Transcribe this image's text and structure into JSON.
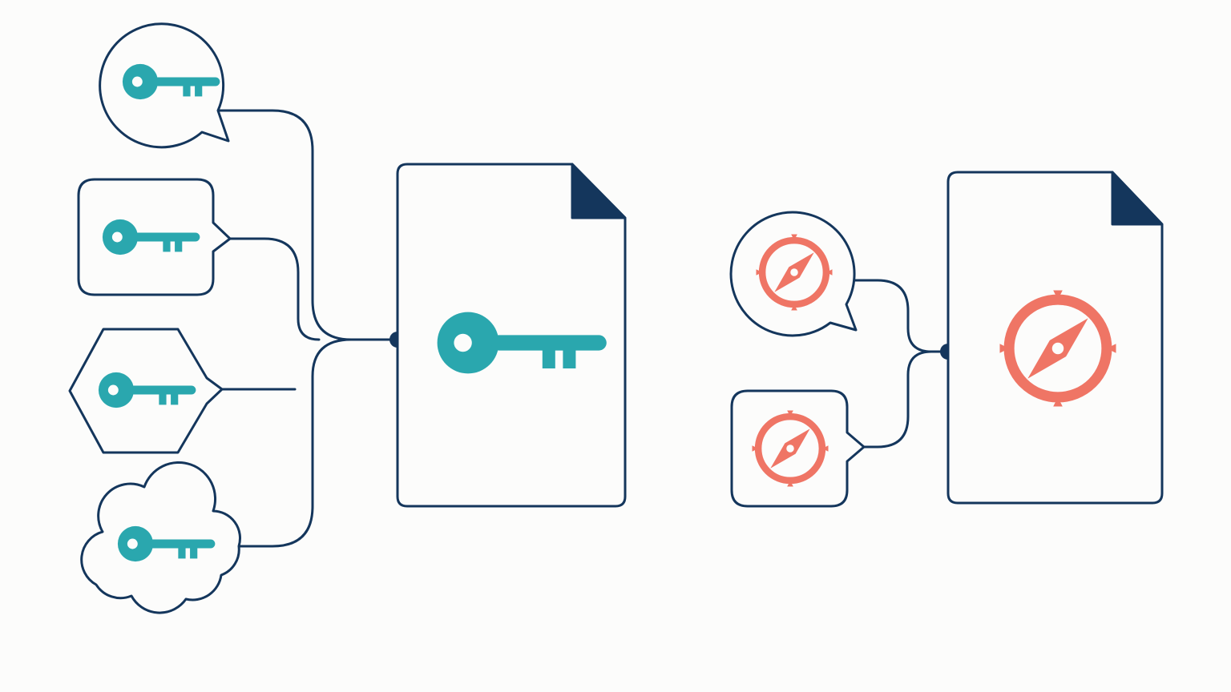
{
  "colors": {
    "background": "#fcfcfb",
    "outline": "#14365c",
    "key_accent": "#2aa7ae",
    "compass_accent": "#ef7565"
  },
  "groups": [
    {
      "id": "key-group",
      "icon": "key-icon",
      "sources": [
        {
          "shape": "speech-bubble-round",
          "icon": "key-icon"
        },
        {
          "shape": "speech-bubble-rounded-rect",
          "icon": "key-icon"
        },
        {
          "shape": "hexagon",
          "icon": "key-icon"
        },
        {
          "shape": "cloud",
          "icon": "key-icon"
        }
      ],
      "target": {
        "shape": "document-with-folded-corner",
        "icon": "key-icon"
      }
    },
    {
      "id": "compass-group",
      "icon": "compass-icon",
      "sources": [
        {
          "shape": "speech-bubble-round",
          "icon": "compass-icon"
        },
        {
          "shape": "speech-bubble-rounded-rect",
          "icon": "compass-icon"
        }
      ],
      "target": {
        "shape": "document-with-folded-corner",
        "icon": "compass-icon"
      }
    }
  ]
}
